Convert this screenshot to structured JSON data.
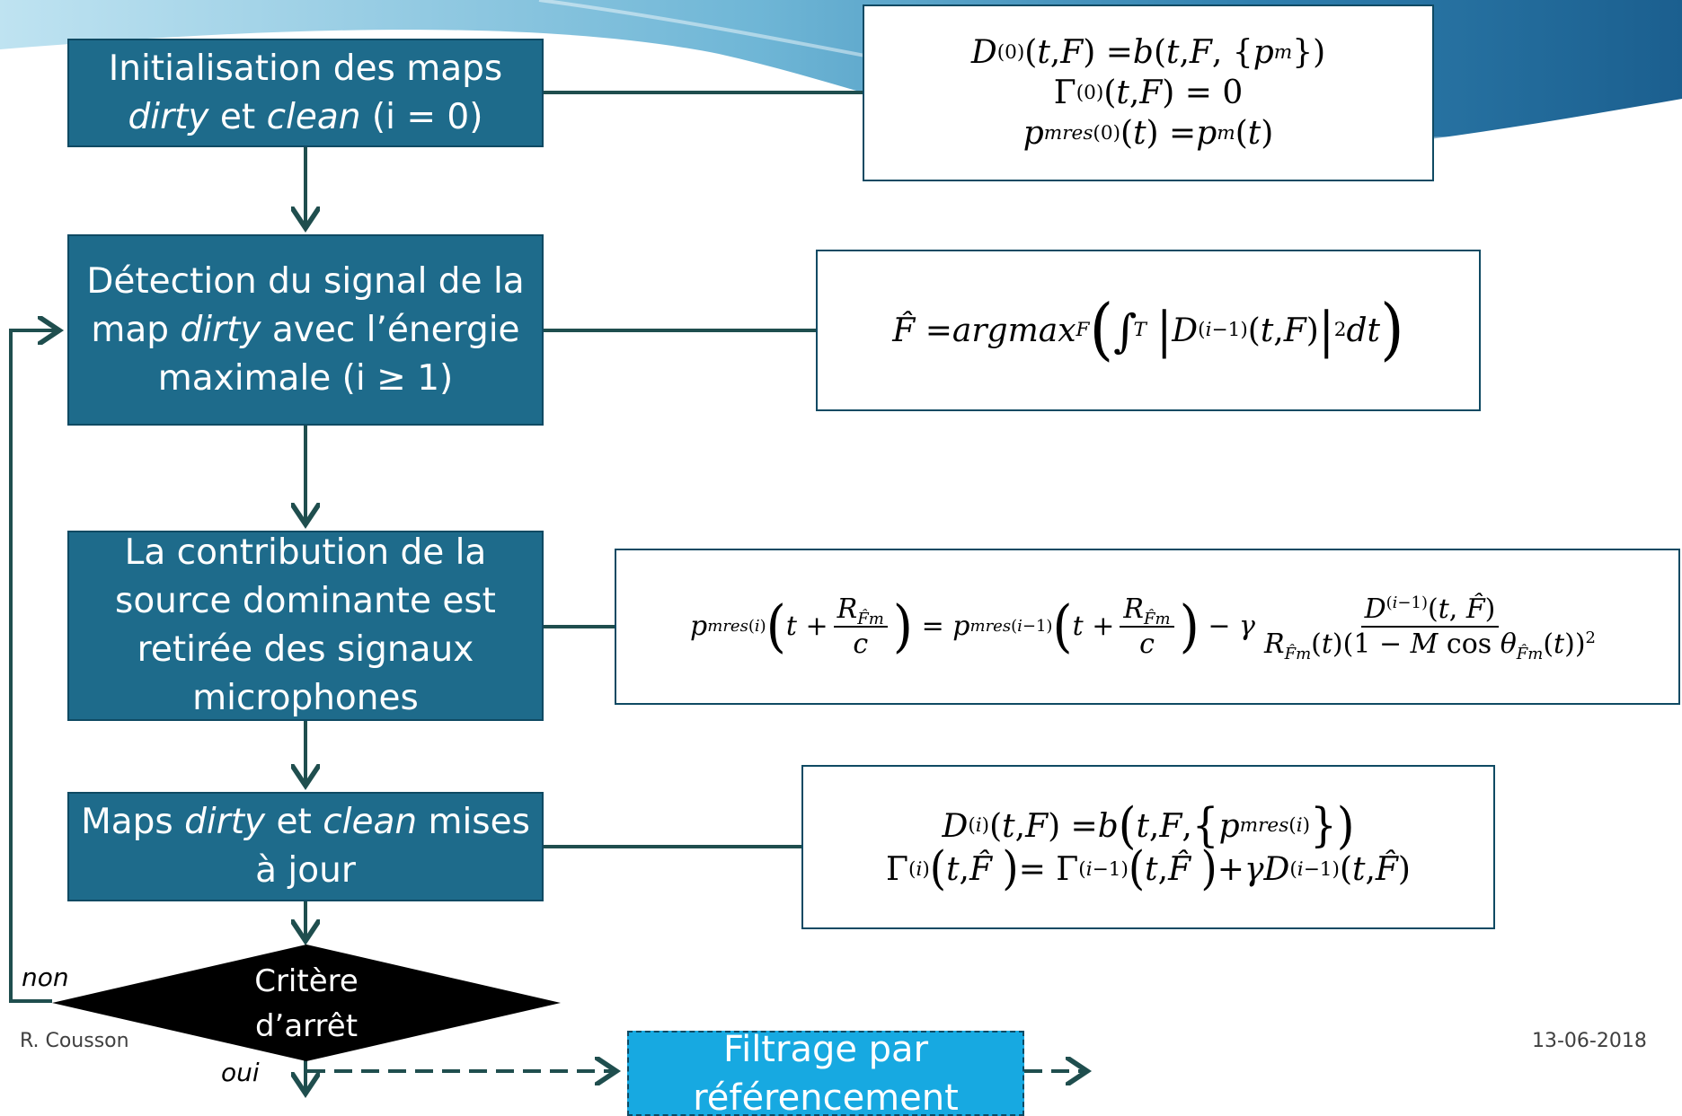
{
  "steps": {
    "init": {
      "text": "Initialisation des maps",
      "dirty": "dirty",
      "et": " et ",
      "clean": "clean",
      "cond": "(i = 0)"
    },
    "detect": {
      "line1": "Détection du signal de la",
      "line2_pre": "map ",
      "dirty": "dirty",
      "line2_post": " avec l’énergie",
      "line3": "maximale (i ≥ 1)"
    },
    "remove": {
      "line1": "La contribution de la",
      "line2": "source dominante est",
      "line3": "retirée des signaux",
      "line4": "microphones"
    },
    "update": {
      "pre": "Maps ",
      "dirty": "dirty",
      "et": " et ",
      "clean": "clean",
      "post": " mises",
      "line2": "à jour"
    }
  },
  "decision": {
    "line1": "Critère",
    "line2": "d’arrêt",
    "no_label": "non",
    "yes_label": "oui"
  },
  "filter_box": {
    "line1": "Filtrage par",
    "line2": "référencement"
  },
  "footer": {
    "author": "R. Cousson",
    "date": "13-06-2018"
  },
  "colors": {
    "step_fill": "#1e6b8b",
    "step_border": "#0f4a63",
    "arrow": "#1f4e4e",
    "decision_fill": "#000000",
    "filter_fill": "#17a9e1"
  }
}
